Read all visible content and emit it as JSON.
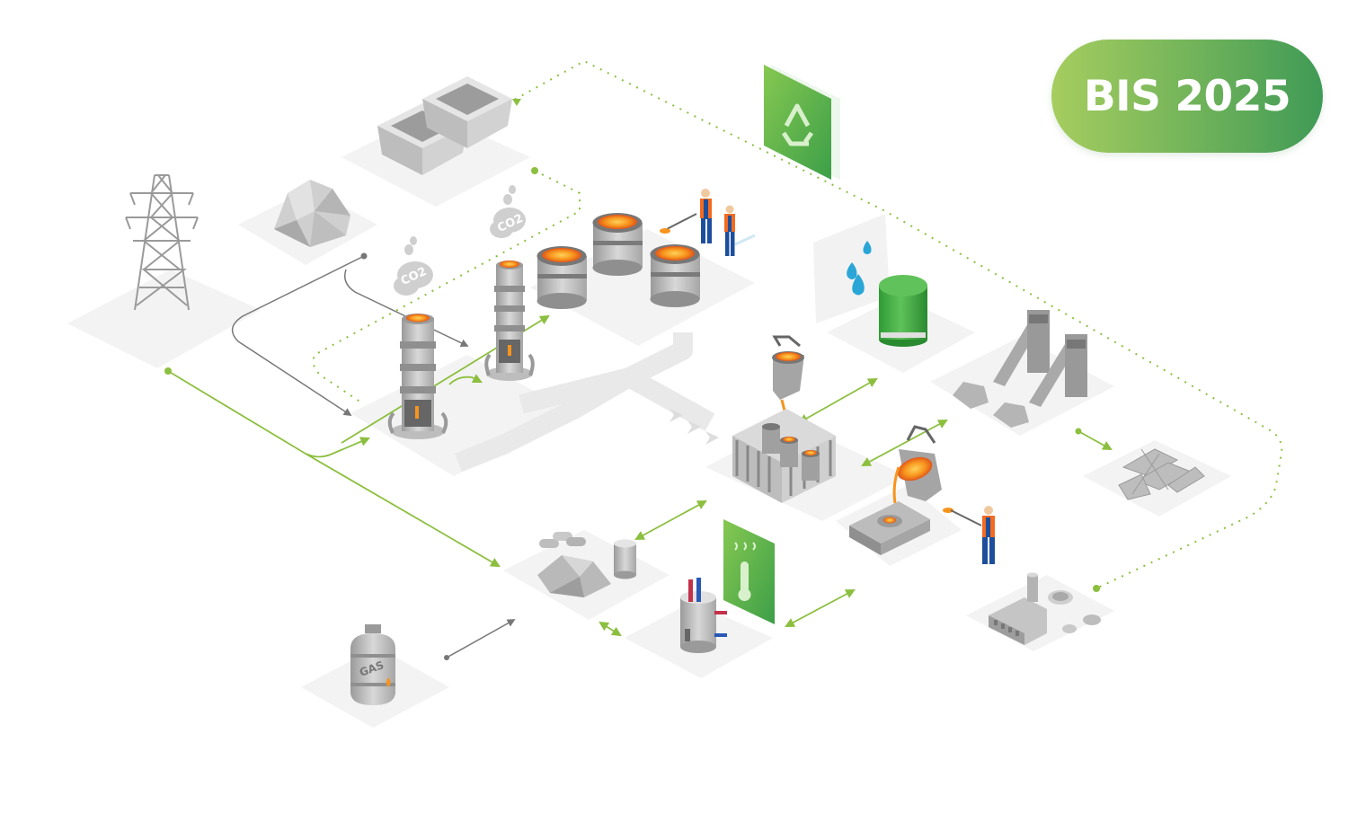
{
  "badge": {
    "label": "BIS 2025",
    "gradient_start": "#a6cd5f",
    "gradient_end": "#3f9a56"
  },
  "labels": {
    "co2_left": "CO2",
    "co2_right": "CO2",
    "gas": "GAS"
  },
  "colors": {
    "platform": "#f3f3f3",
    "equipment_light": "#dcdcdc",
    "equipment_mid": "#b9b9b9",
    "equipment_dark": "#8f8f8f",
    "molten": "#f58a1f",
    "molten_glow": "#ffd25a",
    "green_connector": "#8cbf3f",
    "gray_connector": "#777777",
    "recycle_panel": "#6fbf4f",
    "water_drop": "#2aa6d6",
    "tank_green": "#3aa63e",
    "worker_suit": "#1d4f9c",
    "worker_vest": "#f26b21",
    "hot_pipe": "#c4314b",
    "cold_pipe": "#2a58b8"
  },
  "icons": [
    "power-tower-icon",
    "scrap-pile-icon",
    "scrap-bins-icon",
    "blast-furnace-left-icon",
    "blast-furnace-right-icon",
    "molten-vessels-icon",
    "workers-top-icon",
    "recycle-icon",
    "water-drops-icon",
    "green-tank-icon",
    "crane-ladle-icon",
    "casting-molds-icon",
    "pouring-ladle-icon",
    "press-plate-icon",
    "worker-bottom-icon",
    "conveyor-scrap-icon",
    "metal-shavings-icon",
    "raw-materials-icon",
    "boiler-icon",
    "thermometer-icon",
    "factory-icon",
    "gas-cylinder-icon"
  ]
}
